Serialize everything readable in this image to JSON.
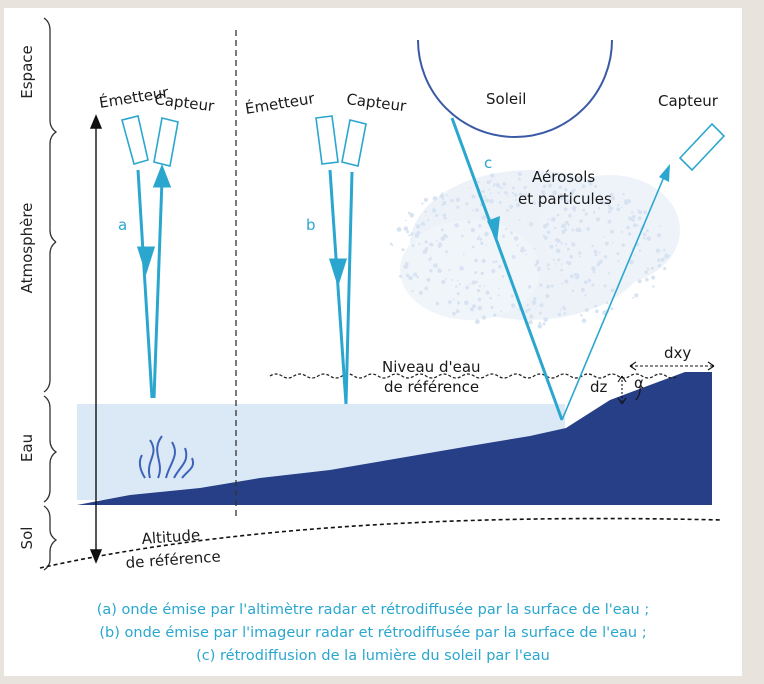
{
  "zones": {
    "espace": "Espace",
    "atmosphere": "Atmosphère",
    "eau": "Eau",
    "sol": "Sol"
  },
  "instruments": {
    "a": {
      "emitter": "Émetteur",
      "sensor": "Capteur",
      "letter": "a"
    },
    "b": {
      "emitter": "Émetteur",
      "sensor": "Capteur",
      "letter": "b"
    },
    "c": {
      "sun": "Soleil",
      "sensor": "Capteur",
      "letter": "c"
    }
  },
  "labels": {
    "aerosols_line1": "Aérosols",
    "aerosols_line2": "et particules",
    "water_level_line1": "Niveau d'eau",
    "water_level_line2": "de référence",
    "dxy": "dxy",
    "dz": "dz",
    "alpha": "α",
    "altitude_line1": "Altitude",
    "altitude_line2": "de référence"
  },
  "caption": [
    "(a) onde émise par l'altimètre radar et rétrodiffusée par la surface de l'eau ;",
    "(b) onde émise par l'imageur radar et rétrodiffusée par la surface de l'eau ;",
    "(c) rétrodiffusion de la lumière du soleil par l'eau"
  ],
  "colors": {
    "beam": "#2ba7cf",
    "water": "#dbe9f7",
    "ground": "#263f87",
    "sun": "#3a5aa6",
    "text_blue": "#2ba7cf"
  }
}
